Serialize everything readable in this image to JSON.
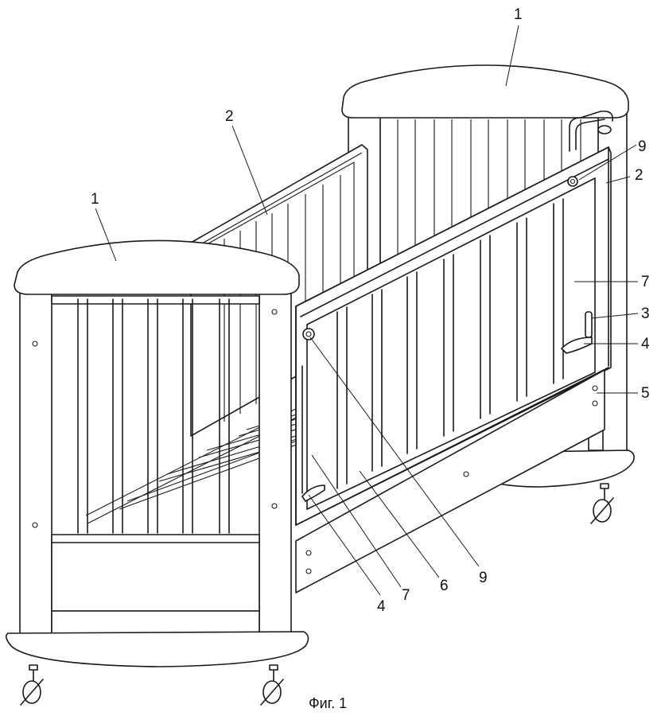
{
  "figure": {
    "caption": "Фиг. 1",
    "labels": {
      "head_far": "1",
      "head_near": "1",
      "side_back": "2",
      "side_front": "2",
      "part3": "3",
      "part4_right": "4",
      "part4_bottom": "4",
      "part5": "5",
      "part6": "6",
      "part7_right": "7",
      "part7_bottom": "7",
      "part9_top": "9",
      "part9_bottom": "9"
    }
  },
  "colors": {
    "line": "#1a1a1a",
    "background": "#ffffff"
  }
}
